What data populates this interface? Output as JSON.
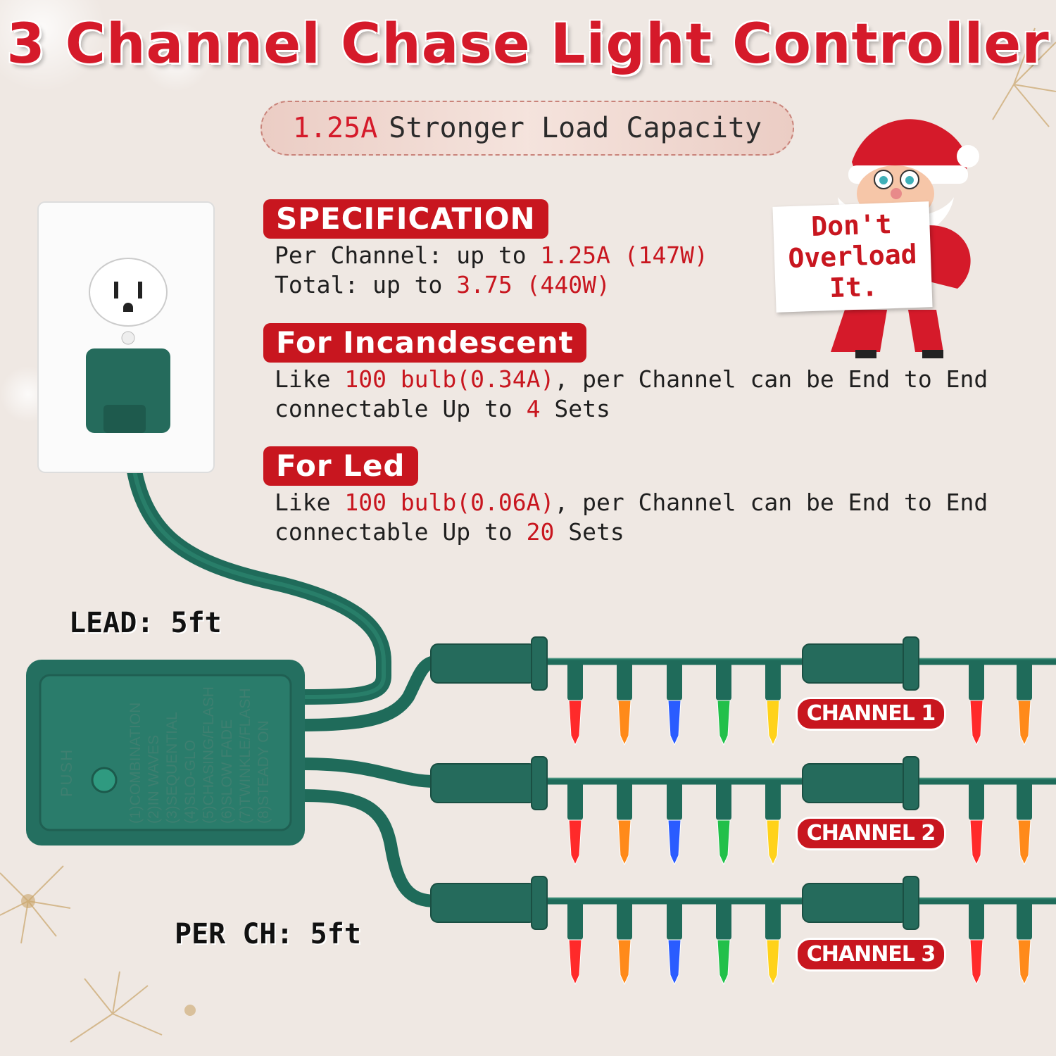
{
  "title": "3 Channel Chase Light Controller",
  "load_pill": {
    "value": "1.25A",
    "text": "Stronger Load Capacity"
  },
  "specification": {
    "heading": "SPECIFICATION",
    "line1_prefix": "Per Channel: up to ",
    "line1_value": "1.25A (147W)",
    "line2_prefix": "Total: up to ",
    "line2_value": "3.75 (440W)"
  },
  "incandescent": {
    "heading": "For Incandescent",
    "l1a": "Like ",
    "l1b": "100 bulb(0.34A)",
    "l1c": ", per Channel can be End to End",
    "l2a": "connectable Up to ",
    "l2b": "4",
    "l2c": " Sets"
  },
  "led": {
    "heading": "For Led",
    "l1a": "Like ",
    "l1b": "100 bulb(0.06A)",
    "l1c": ", per Channel can be End to End",
    "l2a": "connectable Up to ",
    "l2b": "20",
    "l2c": " Sets"
  },
  "santa_sign": {
    "line1": "Don't",
    "line2": "Overload",
    "line3": "It."
  },
  "lead_length": "LEAD: 5ft",
  "per_channel_length": "PER CH: 5ft",
  "controller": {
    "button_label": "PUSH",
    "modes": [
      "(1)COMBINATION",
      "(2)IN WAVES",
      "(3)SEQUENTIAL",
      "(4)SLO-GLO",
      "(5)CHASING/FLASH",
      "(6)SLOW FADE",
      "(7)TWINKLE/FLASH",
      "(8)STEADY ON"
    ]
  },
  "channels": [
    "CHANNEL 1",
    "CHANNEL 2",
    "CHANNEL 3"
  ],
  "bulb_colors": [
    "#ff2a2a",
    "#ff8a1a",
    "#2a5cff",
    "#22c04a",
    "#ffd21a",
    "#ff2a2a",
    "#ff8a1a"
  ],
  "colors": {
    "accent": "#c8161f",
    "title": "#d51a2a",
    "cord": "#1f6b5a",
    "plug": "#256b5c"
  }
}
